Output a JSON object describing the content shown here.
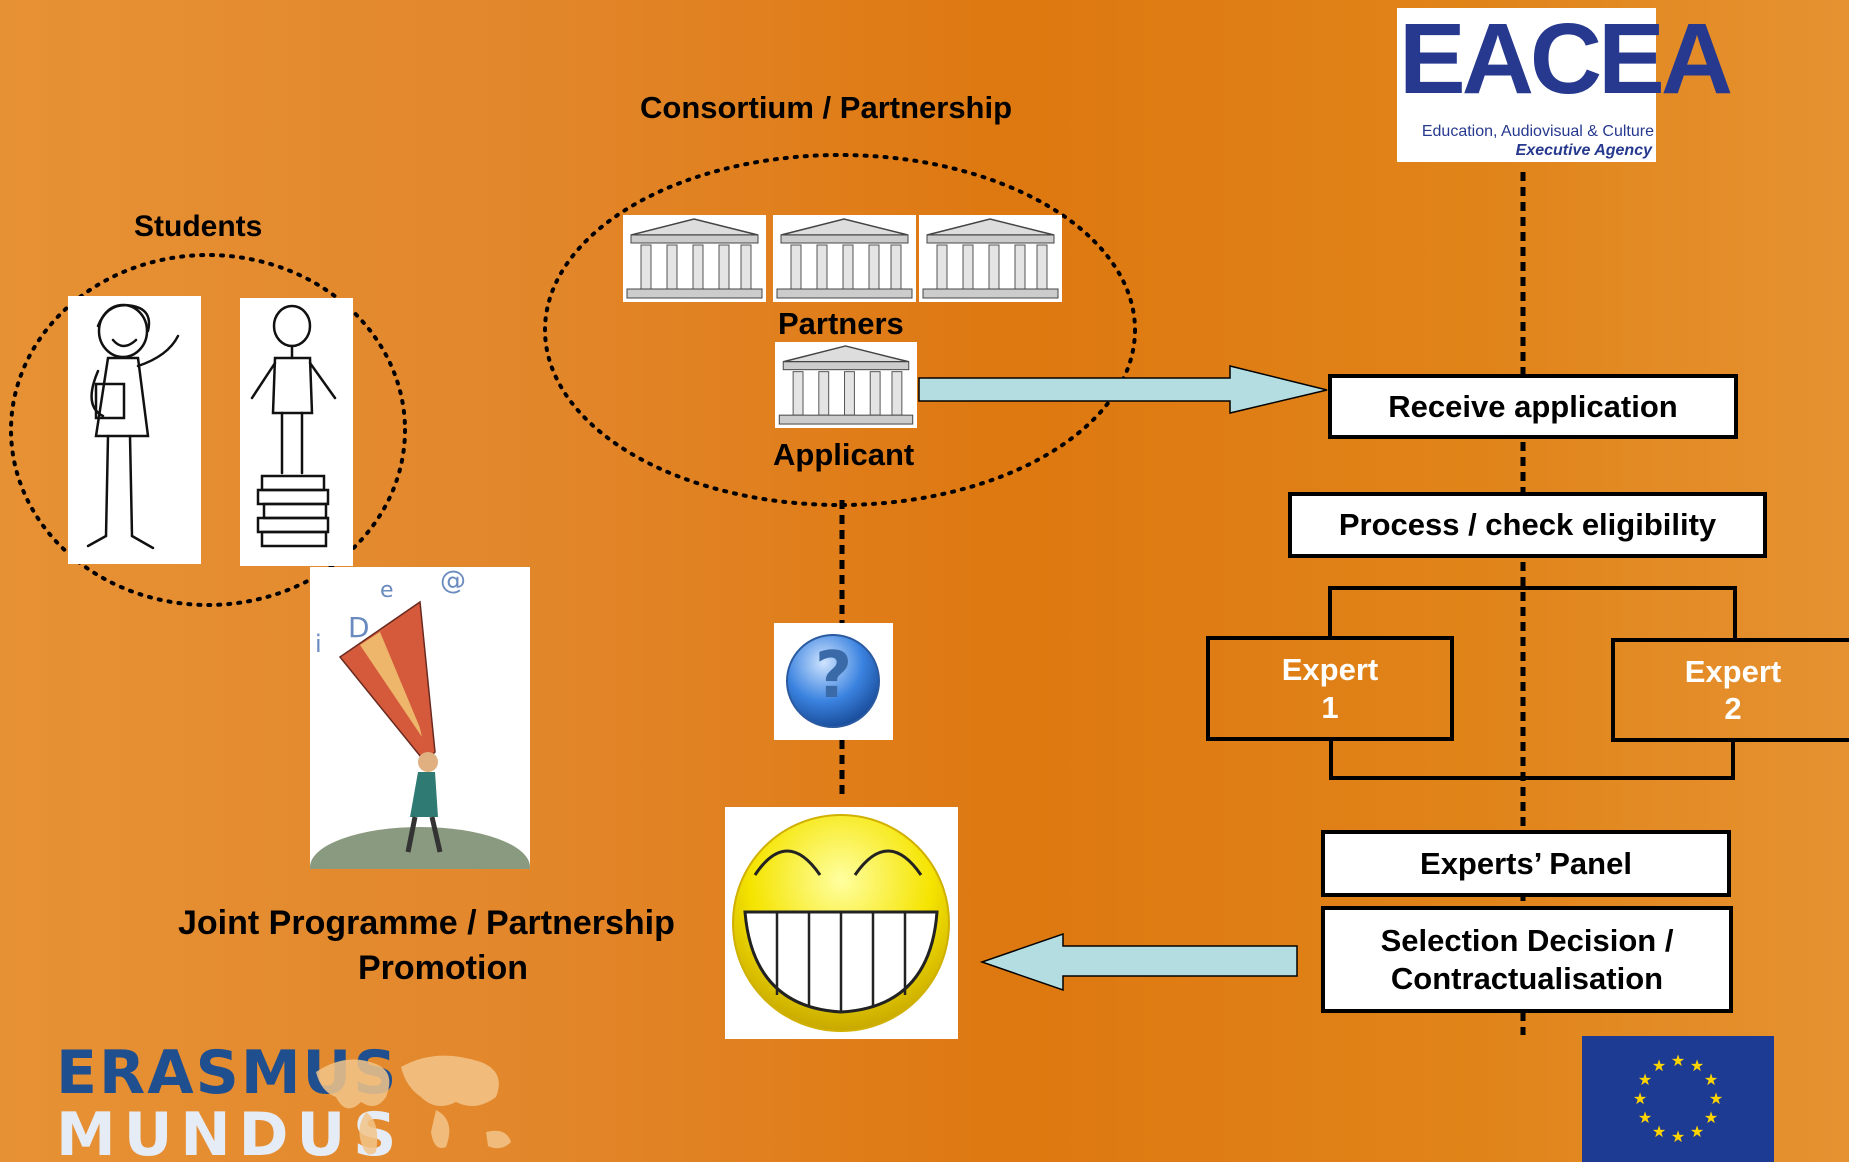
{
  "labels": {
    "consortium": "Consortium / Partnership",
    "students": "Students",
    "partners": "Partners",
    "applicant": "Applicant",
    "joint_programme_line1": "Joint Programme / Partnership",
    "joint_programme_line2": "Promotion"
  },
  "process": {
    "receive_application": "Receive application",
    "check_eligibility": "Process / check eligibility",
    "expert1_line1": "Expert",
    "expert1_line2": "1",
    "expert2_line1": "Expert",
    "expert2_line2": "2",
    "experts_panel": "Experts’ Panel",
    "selection_line1": "Selection Decision /",
    "selection_line2": "Contractualisation"
  },
  "logos": {
    "eacea_mark": "EACEA",
    "eacea_line1": "Education, Audiovisual & Culture",
    "eacea_line2": "Executive Agency",
    "erasmus_line1": "ERASMUS",
    "erasmus_line2": "MUNDUS"
  },
  "question_glyph": "?",
  "colors": {
    "background": "#e0801c",
    "arrow_fill": "#b4dde2",
    "box_fill": "#ffffff",
    "eacea_blue": "#27398f",
    "eu_blue": "#1e3b93",
    "eu_star": "#ffd500"
  }
}
